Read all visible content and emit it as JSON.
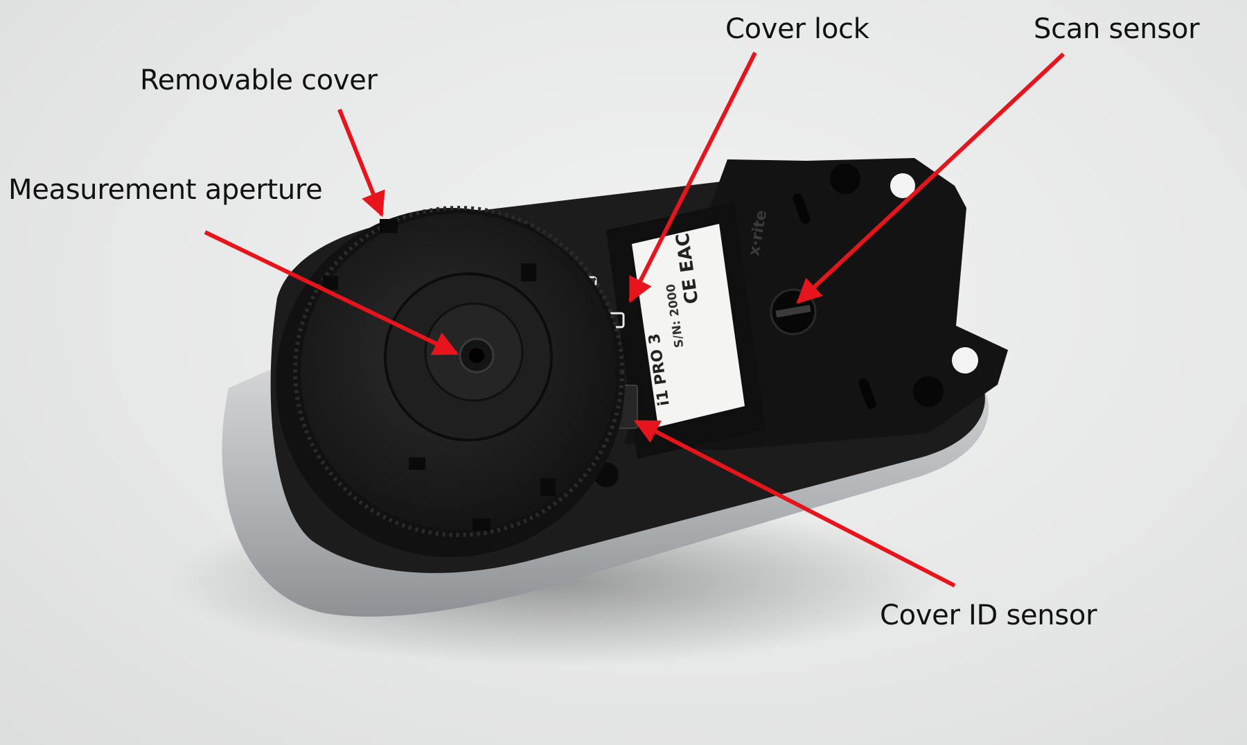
{
  "callouts": {
    "removable_cover": "Removable cover",
    "measurement_aperture": "Measurement aperture",
    "cover_lock": "Cover lock",
    "scan_sensor": "Scan sensor",
    "cover_id_sensor": "Cover ID sensor"
  },
  "device_label": {
    "brand": "x·rite",
    "model": "i1 PRO 3",
    "serial": "S/N: 2000",
    "marks": "CE EAC"
  },
  "colors": {
    "arrow": "#e8141c",
    "housing_black": "#1b1b1c",
    "housing_silver": "#b9bcbf",
    "label_bg": "#f4f4f2"
  }
}
